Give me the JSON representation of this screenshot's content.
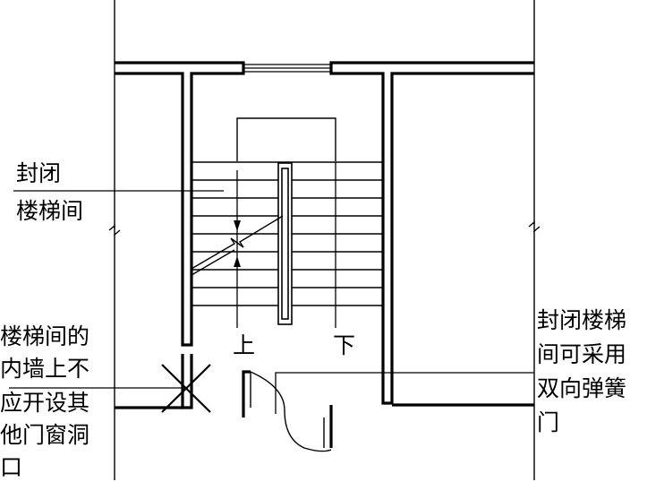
{
  "labels": {
    "enclosed_stair_line1": "封闭",
    "enclosed_stair_line2": "楼梯间",
    "up": "上",
    "down": "下",
    "inner_wall_line1": "楼梯间的",
    "inner_wall_line2": "内墙上不",
    "inner_wall_line3": "应开设其",
    "inner_wall_line4": "他门窗洞",
    "inner_wall_line5": "口",
    "door_line1": "封闭楼梯",
    "door_line2": "间可采用",
    "door_line3": "双向弹簧",
    "door_line4": "门"
  },
  "colors": {
    "line": "#000000",
    "background": "#ffffff"
  }
}
